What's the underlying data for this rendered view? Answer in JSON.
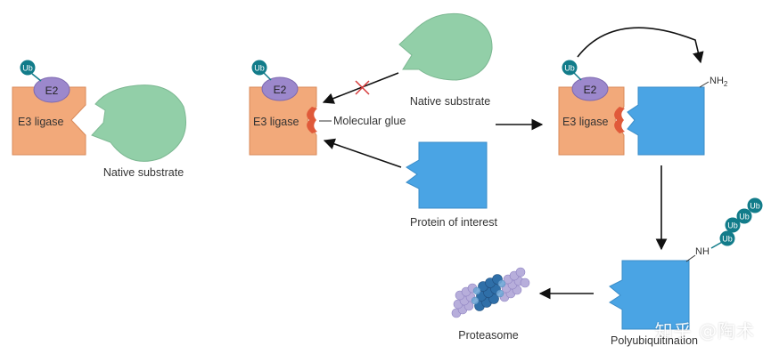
{
  "colors": {
    "e3_fill": "#f2a97a",
    "e3_stroke": "#d98a5a",
    "e2_fill": "#9c88cc",
    "ub_fill": "#127c8a",
    "native_fill": "#92cfa8",
    "poi_fill": "#4aa4e4",
    "glue_fill": "#e05a3a",
    "arrow": "#111111",
    "cross": "#d63a3a",
    "proteasome_light": "#b7aedb",
    "proteasome_dark": "#2f6fa8"
  },
  "labels": {
    "e3_ligase": "E3 ligase",
    "e2": "E2",
    "ub": "Ub",
    "native_substrate": "Native substrate",
    "molecular_glue": "Molecular glue",
    "protein_of_interest": "Protein of interest",
    "nh2": "NH",
    "nh2_sub": "2",
    "nh": "NH",
    "polyubiquitination": "Polyubiquitination",
    "proteasome": "Proteasome"
  },
  "watermark": "知乎 @陶术"
}
